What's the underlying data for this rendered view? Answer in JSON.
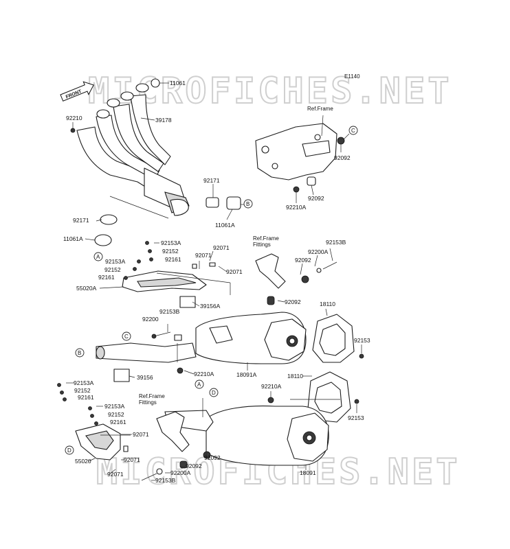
{
  "diagram": {
    "diagram_code": "E1140",
    "front_arrow_label": "FRONT",
    "watermark_text": "MICROFICHES.NET",
    "ref_frame_label": "Ref.Frame",
    "ref_frame_fittings_label_1": "Ref.Frame\nFittings",
    "ref_frame_fittings_label_2": "Ref.Frame\nFittings",
    "callouts": {
      "11061": "11061",
      "39178": "39178",
      "92210": "92210",
      "92171_a": "92171",
      "11061A_a": "11061A",
      "92171_b": "92171",
      "11061A_b": "11061A",
      "92092_a": "92092",
      "92092_b": "92092",
      "92210A_a": "92210A",
      "92153A_a": "92153A",
      "92152_a": "92152",
      "92161_a": "92161",
      "92153A_b": "92153A",
      "92152_b": "92152",
      "92161_b": "92161",
      "92071_a": "92071",
      "92071_b": "92071",
      "92071_c": "92071",
      "55020A": "55020A",
      "39156A": "39156A",
      "92153B_a": "92153B",
      "92200": "92200",
      "92092_c": "92092",
      "92200A_a": "92200A",
      "92153B_b": "92153B",
      "92092_d": "92092",
      "18110_a": "18110",
      "92153_a": "92153",
      "18091A": "18091A",
      "92210A_b": "92210A",
      "39156": "39156",
      "18110_b": "18110",
      "92210A_c": "92210A",
      "92153_b": "92153",
      "92153A_c": "92153A",
      "92152_c": "92152",
      "92161_c": "92161",
      "92153A_d": "92153A",
      "92152_d": "92152",
      "92161_d": "92161",
      "92071_d": "92071",
      "92071_e": "92071",
      "92071_f": "92071",
      "55020": "55020",
      "92092_e": "92092",
      "92092_f": "92092",
      "92200A_b": "92200A",
      "92153B_c": "92153B",
      "18091": "18091"
    },
    "ref_letters": {
      "c_top": "C",
      "b_top": "B",
      "a_left": "A",
      "c_mid": "C",
      "b_mid": "B",
      "a_low": "A",
      "d_low": "D",
      "d_left": "D"
    }
  }
}
